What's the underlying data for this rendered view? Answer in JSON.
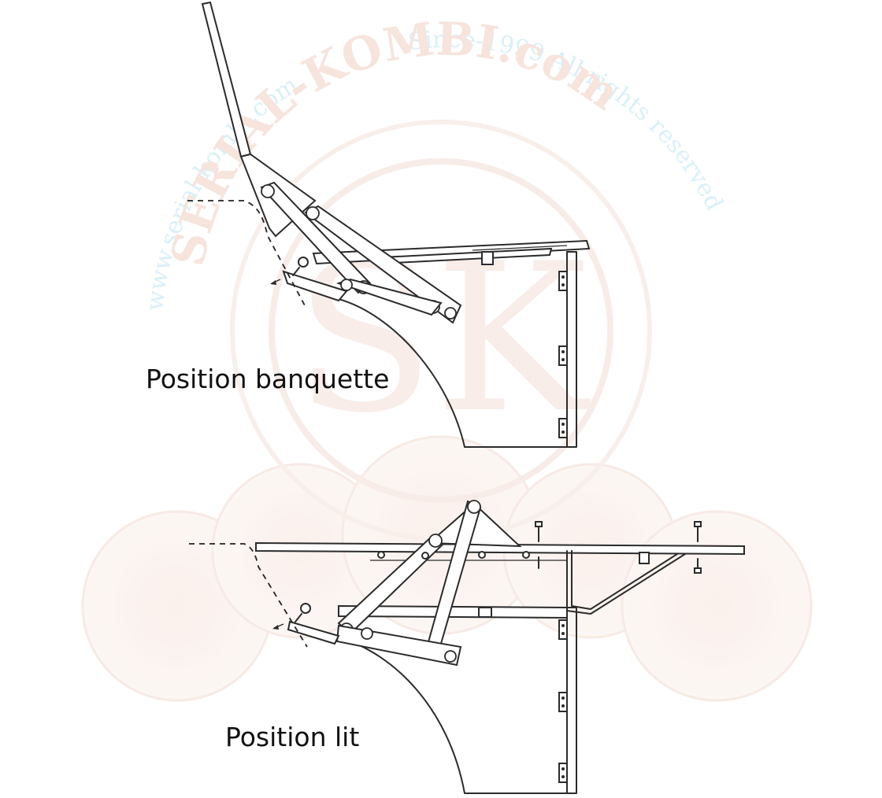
{
  "captions": {
    "top": "Position banquette",
    "bottom": "Position lit"
  },
  "watermark": {
    "arc_text": "www.serial-kombi.com",
    "brand": "SERIAL-KOMBI.com",
    "since": "Since-1999 All rights reserved",
    "monogram": "SK",
    "brand_color": "#e8b7a6",
    "arc_color": "#a9dcf2"
  },
  "colors": {
    "line": "#2b2b2b",
    "background": "#ffffff"
  }
}
